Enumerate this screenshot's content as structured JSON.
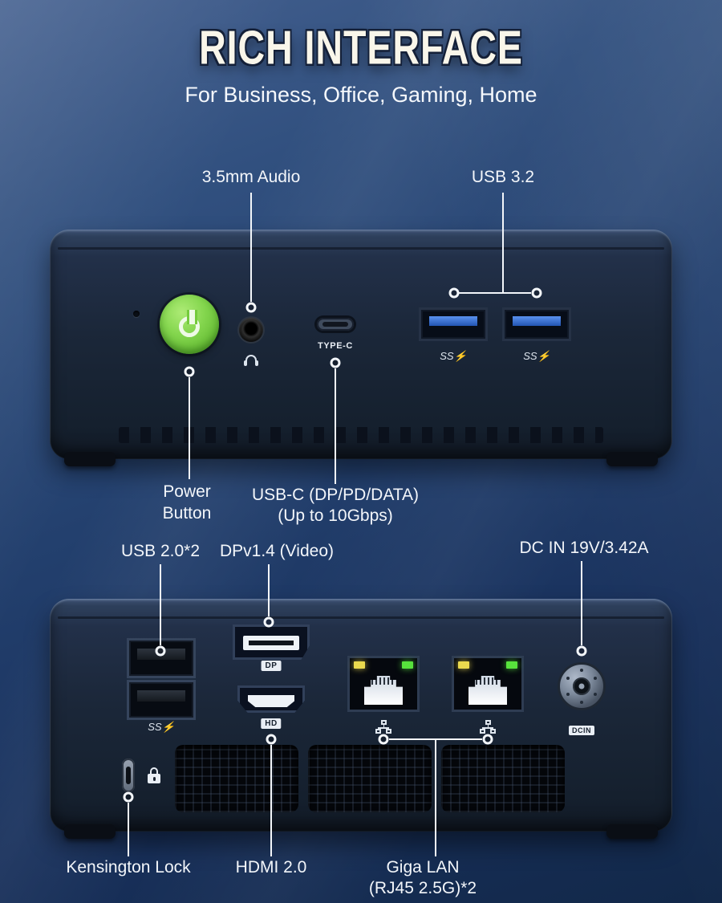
{
  "page": {
    "title": "RICH INTERFACE",
    "subtitle": "For Business, Office, Gaming, Home"
  },
  "front": {
    "audio_label": "3.5mm Audio",
    "usb32_label": "USB 3.2",
    "typec_label": "TYPE-C",
    "ss_label": "SS⚡",
    "power_label": "Power\nButton",
    "usbc_label_line1": "USB-C (DP/PD/DATA)",
    "usbc_label_line2": "(Up to 10Gbps)"
  },
  "back": {
    "usb20_label": "USB 2.0*2",
    "dp_label": "DPv1.4 (Video)",
    "dcin_label": "DC IN 19V/3.42A",
    "ss_label": "SS⚡",
    "dp_badge": "DP",
    "hdmi_badge": "HD",
    "dcin_badge": "DCIN",
    "kensington_label": "Kensington Lock",
    "hdmi_label": "HDMI 2.0",
    "lan_label_line1": "Giga LAN",
    "lan_label_line2": "(RJ45 2.5G)*2"
  },
  "colors": {
    "background": "#23406e",
    "accent_green": "#76d23c",
    "usb_blue": "#2f6fd8",
    "led_yellow": "#ead94e",
    "led_green": "#57e23c",
    "text": "#f3f6fa"
  }
}
